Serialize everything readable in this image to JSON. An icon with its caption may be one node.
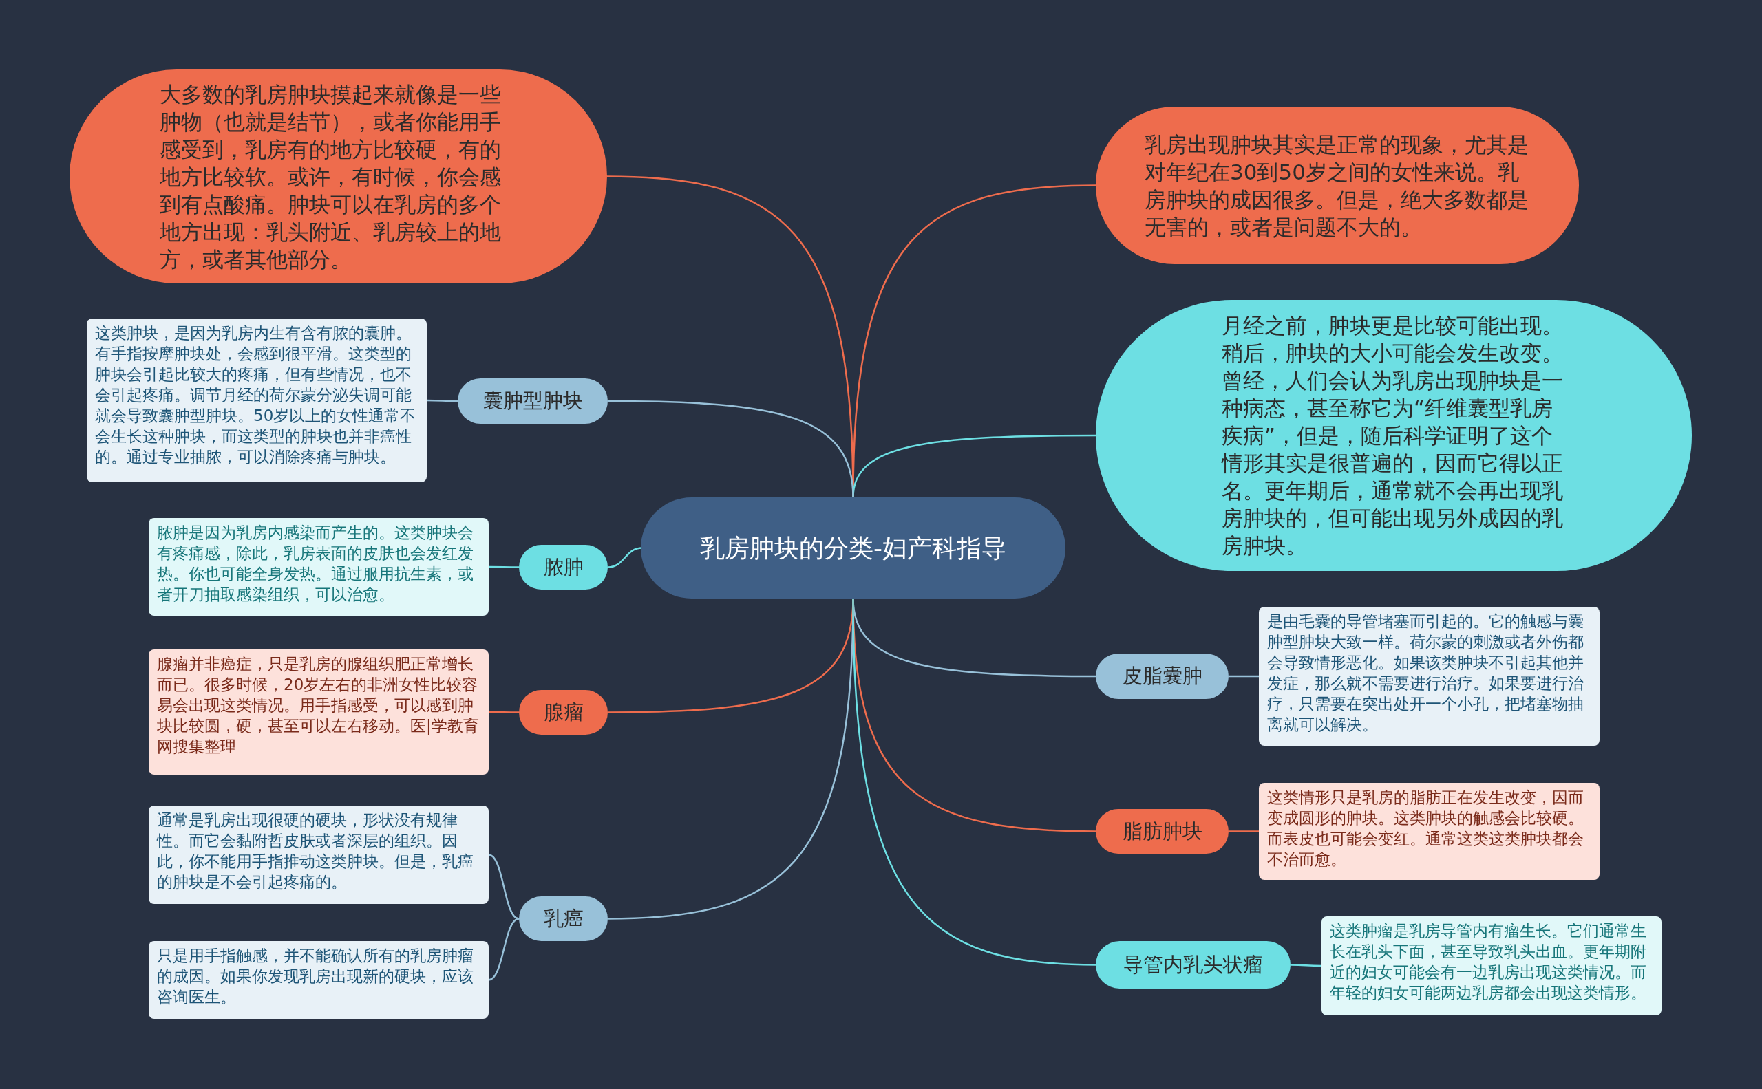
{
  "diagram": {
    "nodes": [
      {
        "text": [
          "乳房肿块的分类-妇产科指导"
        ]
      },
      {
        "text": [
          "大多数的乳房肿块摸起来就像是一些肿物（也就是结节），或者你能用手感受到，乳房有的地方比较硬，有的地方比较软。或许，有时候，你会感到有点酸痛。肿块可以在乳房的多个地方出现：乳头附近、乳房较上的地方，或者其他部分。"
        ]
      },
      {
        "text": [
          "乳房出现肿块其实是正常的现象，尤其是对年纪在30到50岁之间的女性来说。乳房肿块的成因很多。但是，绝大多数都是无害的，或者是问题不大的。"
        ]
      },
      {
        "text": [
          "月经之前，肿块更是比较可能出现。稍后，肿块的大小可能会发生改变。曾经，人们会认为乳房出现肿块是一种病态，甚至称它为“纤维囊型乳房疾病”，但是，随后科学证明了这个情形其实是很普遍的，因而它得以正名。更年期后，通常就不会再出现乳房肿块的，但可能出现另外成因的乳房肿块。"
        ]
      },
      {
        "text": [
          "囊肿型肿块"
        ]
      },
      {
        "text": [
          "这类肿块，是因为乳房内生有含有脓的囊肿。有手指按摩肿块处，会感到很平滑。这类型的肿块会引起比较大的疼痛，但有些情况，也不会引起疼痛。调节月经的荷尔蒙分泌失调可能就会导致囊肿型肿块。50岁以上的女性通常不会生长这种肿块，而这类型的肿块也并非癌性的。通过专业抽脓，可以消除疼痛与肿块。"
        ]
      },
      {
        "text": [
          "脓肿"
        ]
      },
      {
        "text": [
          "脓肿是因为乳房内感染而产生的。这类肿块会有疼痛感，除此，乳房表面的皮肤也会发红发热。你也可能全身发热。通过服用抗生素，或者开刀抽取感染组织，可以治愈。"
        ]
      },
      {
        "text": [
          "腺瘤"
        ]
      },
      {
        "text": [
          "腺瘤并非癌症，只是乳房的腺组织肥正常增长而已。很多时候，20岁左右的非洲女性比较容易会出现这类情况。用手指感受，可以感到肿块比较圆，硬，甚至可以左右移动。医|学教育网搜集整理"
        ]
      },
      {
        "text": [
          "乳癌"
        ]
      },
      {
        "text": [
          "通常是乳房出现很硬的硬块，形状没有规律性。而它会黏附哲皮肤或者深层的组织。因此，你不能用手指推动这类肿块。但是，乳癌的肿块是不会引起疼痛的。"
        ]
      },
      {
        "text": [
          "只是用手指触感，并不能确认所有的乳房肿瘤的成因。如果你发现乳房出现新的硬块，应该咨询医生。"
        ]
      },
      {
        "text": [
          "皮脂囊肿"
        ]
      },
      {
        "text": [
          "是由毛囊的导管堵塞而引起的。它的触感与囊肿型肿块大致一样。荷尔蒙的刺激或者外伤都会导致情形恶化。如果该类肿块不引起其他并发症，那么就不需要进行治疗。如果要进行治疗，只需要在突出处开一个小孔，把堵塞物抽离就可以解决。"
        ]
      },
      {
        "text": [
          "脂肪肿块"
        ]
      },
      {
        "text": [
          "这类情形只是乳房的脂肪正在发生改变，因而变成圆形的肿块。这类肿块的触感会比较硬。而表皮也可能会变红。通常这类这类肿块都会不治而愈。"
        ]
      },
      {
        "text": [
          "导管内乳头状瘤"
        ]
      },
      {
        "text": [
          "这类肿瘤是乳房导管内有瘤生长。它们通常生长在乳头下面，甚至导致乳头出血。更年期附近的妇女可能会有一边乳房出现这类情况。而年轻的妇女可能两边乳房都会出现这类情形。"
        ]
      }
    ],
    "edges": [
      {
        "from": 0,
        "to": 1,
        "arrow": "none",
        "color": "#ee6c4d"
      },
      {
        "from": 0,
        "to": 2,
        "arrow": "none",
        "color": "#ee6c4d"
      },
      {
        "from": 0,
        "to": 3,
        "arrow": "none",
        "color": "#6ddfe3"
      },
      {
        "from": 0,
        "to": 4,
        "arrow": "none",
        "color": "#98c1d9"
      },
      {
        "from": 4,
        "to": 5,
        "arrow": "none",
        "color": "#98c1d9"
      },
      {
        "from": 0,
        "to": 6,
        "arrow": "none",
        "color": "#6ddfe3"
      },
      {
        "from": 6,
        "to": 7,
        "arrow": "none",
        "color": "#6ddfe3"
      },
      {
        "from": 0,
        "to": 8,
        "arrow": "none",
        "color": "#ee6c4d"
      },
      {
        "from": 8,
        "to": 9,
        "arrow": "none",
        "color": "#ee6c4d"
      },
      {
        "from": 0,
        "to": 10,
        "arrow": "none",
        "color": "#98c1d9"
      },
      {
        "from": 10,
        "to": 11,
        "arrow": "none",
        "color": "#98c1d9"
      },
      {
        "from": 10,
        "to": 12,
        "arrow": "none",
        "color": "#98c1d9"
      },
      {
        "from": 0,
        "to": 13,
        "arrow": "none",
        "color": "#98c1d9"
      },
      {
        "from": 13,
        "to": 14,
        "arrow": "none",
        "color": "#98c1d9"
      },
      {
        "from": 0,
        "to": 15,
        "arrow": "none",
        "color": "#ee6c4d"
      },
      {
        "from": 15,
        "to": 16,
        "arrow": "none",
        "color": "#ee6c4d"
      },
      {
        "from": 0,
        "to": 17,
        "arrow": "none",
        "color": "#6ddfe3"
      },
      {
        "from": 17,
        "to": 18,
        "arrow": "none",
        "color": "#6ddfe3"
      }
    ]
  }
}
